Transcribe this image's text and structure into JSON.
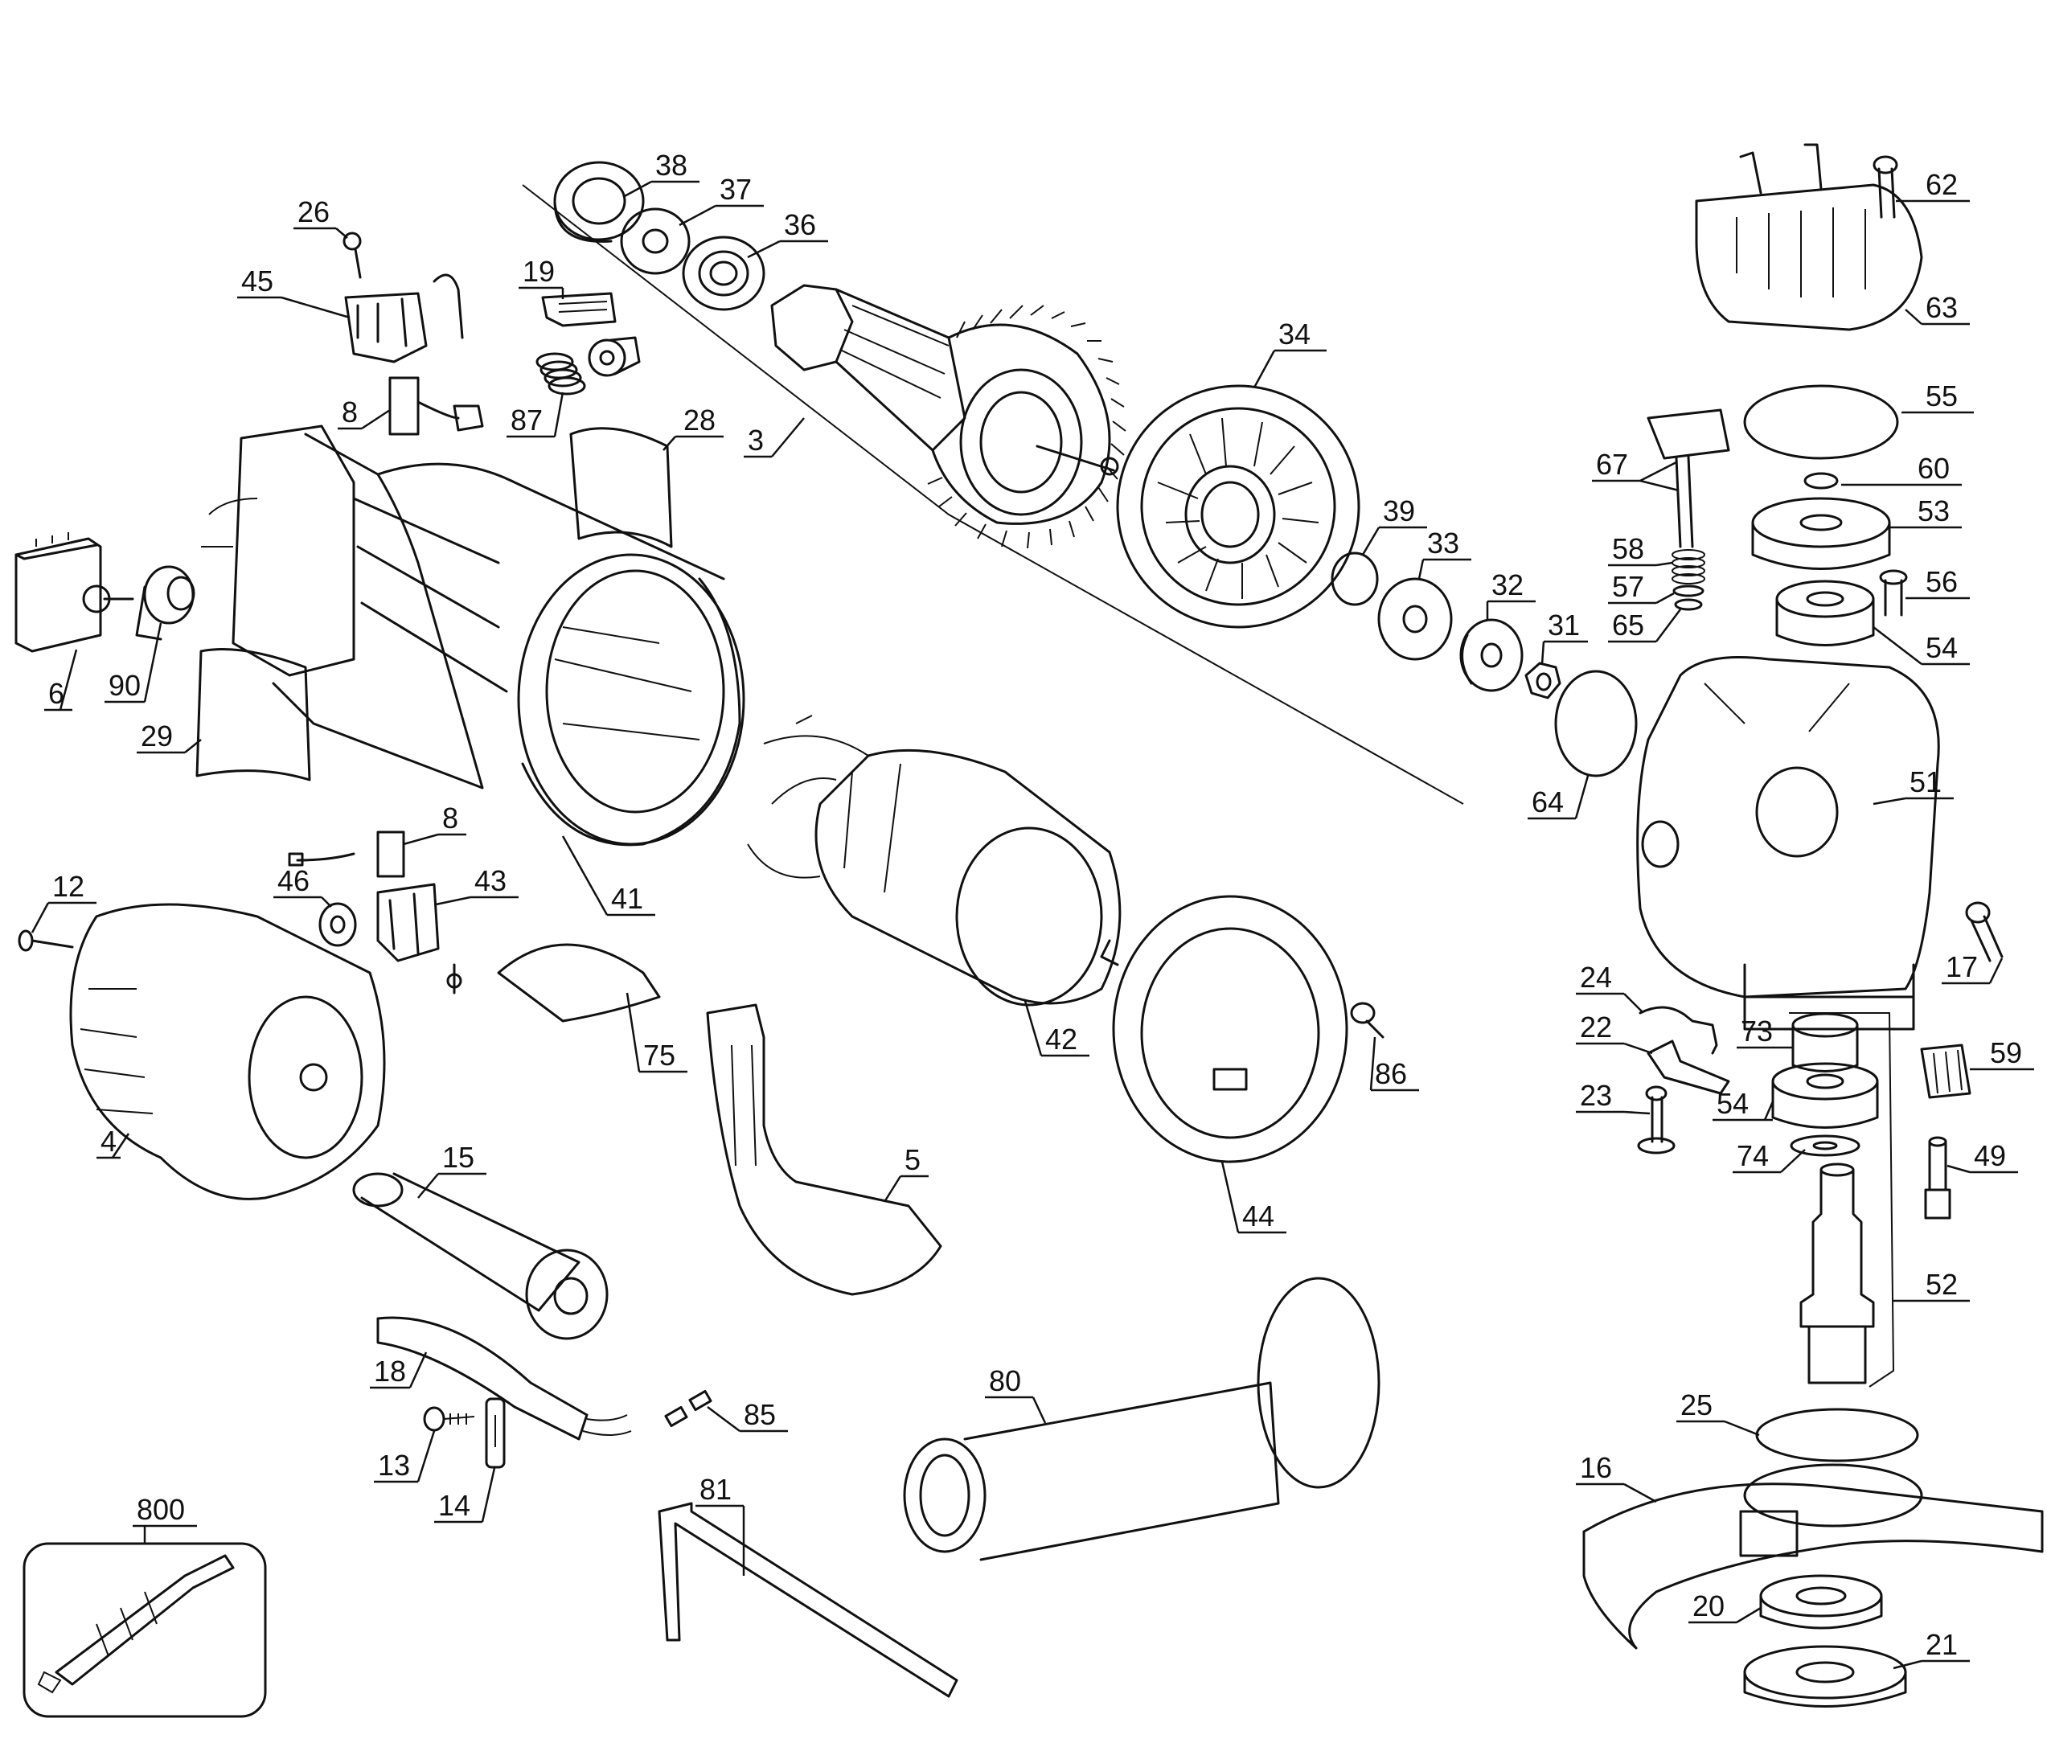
{
  "colors": {
    "line": "#111111",
    "background": "#ffffff"
  },
  "callouts": [
    {
      "id": "38",
      "label": "38"
    },
    {
      "id": "37",
      "label": "37"
    },
    {
      "id": "36",
      "label": "36"
    },
    {
      "id": "26",
      "label": "26"
    },
    {
      "id": "45",
      "label": "45"
    },
    {
      "id": "19",
      "label": "19"
    },
    {
      "id": "8a",
      "label": "8"
    },
    {
      "id": "87",
      "label": "87"
    },
    {
      "id": "28",
      "label": "28"
    },
    {
      "id": "3",
      "label": "3"
    },
    {
      "id": "34",
      "label": "34"
    },
    {
      "id": "62",
      "label": "62"
    },
    {
      "id": "63",
      "label": "63"
    },
    {
      "id": "55",
      "label": "55"
    },
    {
      "id": "67",
      "label": "67"
    },
    {
      "id": "60",
      "label": "60"
    },
    {
      "id": "53",
      "label": "53"
    },
    {
      "id": "39",
      "label": "39"
    },
    {
      "id": "33",
      "label": "33"
    },
    {
      "id": "58",
      "label": "58"
    },
    {
      "id": "57",
      "label": "57"
    },
    {
      "id": "56",
      "label": "56"
    },
    {
      "id": "65",
      "label": "65"
    },
    {
      "id": "32",
      "label": "32"
    },
    {
      "id": "31",
      "label": "31"
    },
    {
      "id": "54a",
      "label": "54"
    },
    {
      "id": "6",
      "label": "6"
    },
    {
      "id": "90",
      "label": "90"
    },
    {
      "id": "29",
      "label": "29"
    },
    {
      "id": "64",
      "label": "64"
    },
    {
      "id": "51",
      "label": "51"
    },
    {
      "id": "8b",
      "label": "8"
    },
    {
      "id": "12",
      "label": "12"
    },
    {
      "id": "46",
      "label": "46"
    },
    {
      "id": "43",
      "label": "43"
    },
    {
      "id": "41",
      "label": "41"
    },
    {
      "id": "17",
      "label": "17"
    },
    {
      "id": "24",
      "label": "24"
    },
    {
      "id": "22",
      "label": "22"
    },
    {
      "id": "73",
      "label": "73"
    },
    {
      "id": "42",
      "label": "42"
    },
    {
      "id": "75",
      "label": "75"
    },
    {
      "id": "86",
      "label": "86"
    },
    {
      "id": "59",
      "label": "59"
    },
    {
      "id": "23",
      "label": "23"
    },
    {
      "id": "54b",
      "label": "54"
    },
    {
      "id": "74",
      "label": "74"
    },
    {
      "id": "49",
      "label": "49"
    },
    {
      "id": "4",
      "label": "4"
    },
    {
      "id": "15",
      "label": "15"
    },
    {
      "id": "5",
      "label": "5"
    },
    {
      "id": "44",
      "label": "44"
    },
    {
      "id": "52",
      "label": "52"
    },
    {
      "id": "80",
      "label": "80"
    },
    {
      "id": "18",
      "label": "18"
    },
    {
      "id": "85",
      "label": "85"
    },
    {
      "id": "25",
      "label": "25"
    },
    {
      "id": "13",
      "label": "13"
    },
    {
      "id": "16",
      "label": "16"
    },
    {
      "id": "14",
      "label": "14"
    },
    {
      "id": "81",
      "label": "81"
    },
    {
      "id": "800",
      "label": "800"
    },
    {
      "id": "20",
      "label": "20"
    },
    {
      "id": "21",
      "label": "21"
    }
  ]
}
